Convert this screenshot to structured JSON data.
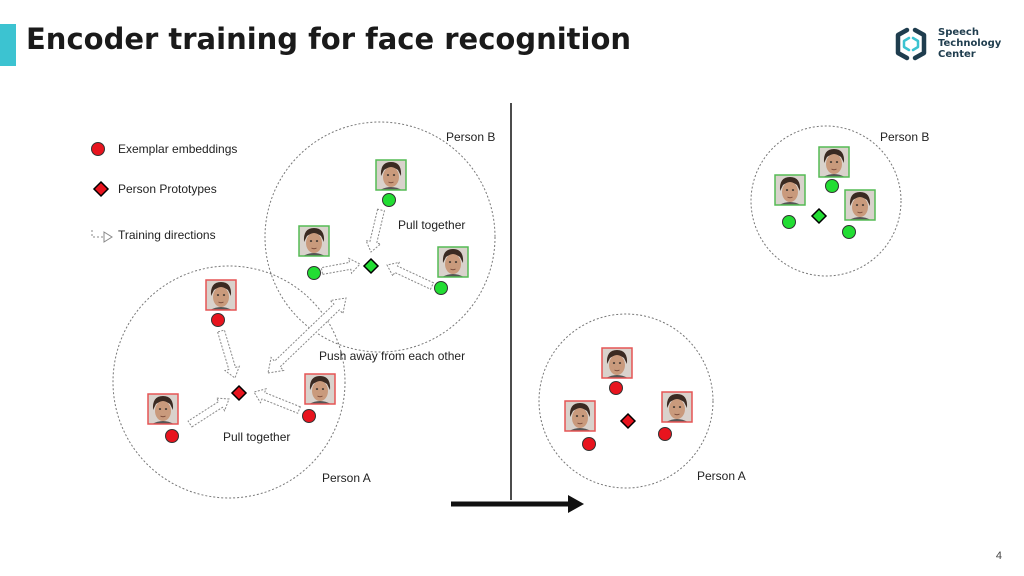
{
  "slide": {
    "title": "Encoder training for face recognition",
    "page_number": "4",
    "accent_color": "#3cc3d1"
  },
  "logo": {
    "line1": "Speech",
    "line2": "Technology",
    "line3": "Center",
    "color": "#1f3d4e",
    "accent_color": "#3cc3d1"
  },
  "legend": {
    "exemplar": "Exemplar embeddings",
    "prototype": "Person Prototypes",
    "directions": "Training directions"
  },
  "left_panel": {
    "person_a": "Person A",
    "person_b": "Person B",
    "pull_together_a": "Pull together",
    "pull_together_b": "Pull together",
    "push_away": "Push away from each other"
  },
  "right_panel": {
    "person_a": "Person A",
    "person_b": "Person B"
  },
  "colors": {
    "person_a": "#e8141e",
    "person_b": "#22dd33",
    "prototype_fill": "#e8141e",
    "prototype_border": "#000000",
    "face_border_a": "#e55555",
    "face_border_b": "#55bb55",
    "face_skin": "#c99a7c",
    "face_hair": "#3a2a22"
  }
}
